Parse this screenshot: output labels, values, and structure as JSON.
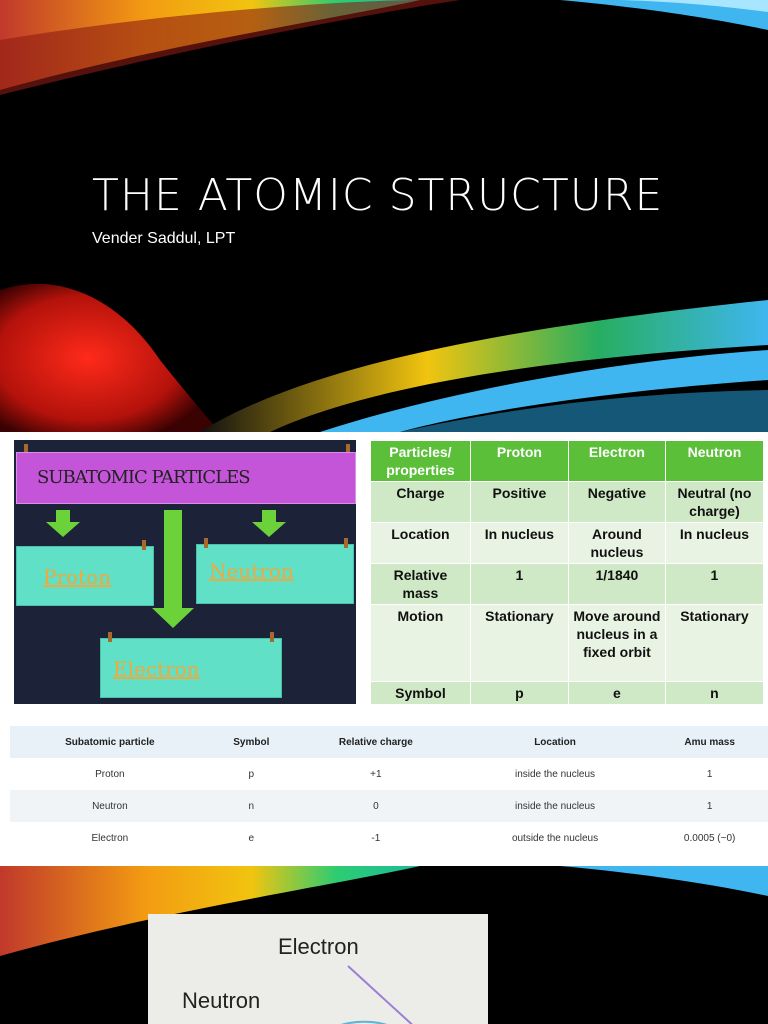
{
  "slide1": {
    "title": "THE ATOMIC STRUCTURE",
    "subtitle": "Vender Saddul, LPT"
  },
  "diagram": {
    "banner": "SUBATOMIC PARTICLES",
    "proton": "Proton",
    "neutron": "Neutron",
    "electron": "Electron"
  },
  "props_table": {
    "header": [
      "Particles/ properties",
      "Proton",
      "Electron",
      "Neutron"
    ],
    "rows": [
      [
        "Charge",
        "Positive",
        "Negative",
        "Neutral (no charge)"
      ],
      [
        "Location",
        "In nucleus",
        "Around nucleus",
        "In nucleus"
      ],
      [
        "Relative mass",
        "1",
        "1/1840",
        "1"
      ],
      [
        "Motion",
        "Stationary",
        "Move around nucleus in a fixed orbit",
        "Stationary"
      ],
      [
        "Symbol",
        "p",
        "e",
        "n"
      ]
    ]
  },
  "sub_table": {
    "header": [
      "Subatomic particle",
      "Symbol",
      "Relative charge",
      "Location",
      "Amu mass"
    ],
    "rows": [
      [
        "Proton",
        "p",
        "+1",
        "inside the nucleus",
        "1"
      ],
      [
        "Neutron",
        "n",
        "0",
        "inside the nucleus",
        "1"
      ],
      [
        "Electron",
        "e",
        "-1",
        "outside the nucleus",
        "0.0005 (~0)"
      ]
    ]
  },
  "atom_diagram": {
    "electron": "Electron",
    "neutron": "Neutron"
  }
}
